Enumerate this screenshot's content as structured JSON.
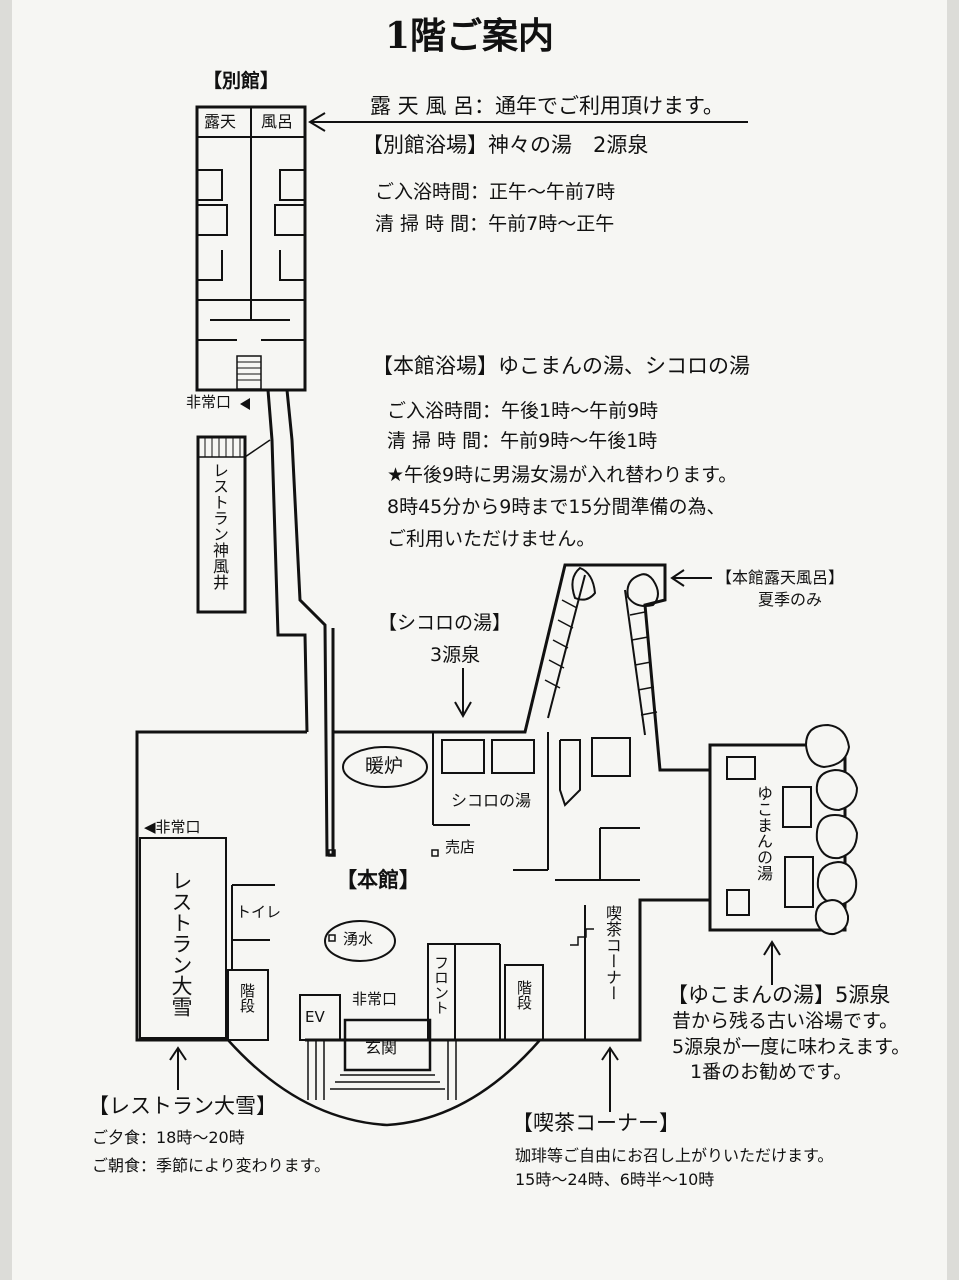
{
  "title": "1階ご案内",
  "annex": {
    "heading": "【別館】",
    "rotenburo_left": "露天",
    "rotenburo_right": "風呂",
    "rotenburo_note": "露 天 風 呂：通年でご利用頂けます。",
    "bath_heading": "【別館浴場】神々の湯　2源泉",
    "bath_hours": "ご入浴時間：正午～午前7時",
    "clean_hours": "清 掃 時 間：午前7時～正午",
    "emergency_exit": "非常口",
    "restaurant": "レストラン神風井"
  },
  "main_bath": {
    "heading": "【本館浴場】ゆこまんの湯、シコロの湯",
    "bath_hours": "ご入浴時間：午後1時～午前9時",
    "clean_hours": "清 掃 時 間：午前9時～午後1時",
    "note1": "★午後9時に男湯女湯が入れ替わります。",
    "note2": "8時45分から9時まで15分間準備の為、",
    "note3": "ご利用いただけません。"
  },
  "main_outdoor": {
    "heading": "【本館露天風呂】",
    "season": "夏季のみ"
  },
  "shikoro": {
    "heading": "【シコロの湯】",
    "sources": "3源泉",
    "room_label": "シコロの湯"
  },
  "main_building": {
    "heading": "【本館】",
    "fireplace": "暖炉",
    "shop": "売店",
    "toilet": "トイレ",
    "spring_water": "湧水",
    "emergency_exit_left": "◀非常口",
    "emergency_exit_bottom": "非常口",
    "restaurant": "レストラン大雪",
    "stairs_left": "階段",
    "ev": "EV",
    "front": "フロント",
    "stairs_right": "階段",
    "entrance": "玄関",
    "cafe": "喫茶コーナー"
  },
  "yukoman": {
    "room_label": "ゆこまんの湯",
    "heading": "【ゆこまんの湯】5源泉",
    "desc1": "昔から残る古い浴場です。",
    "desc2": "5源泉が一度に味わえます。",
    "desc3": "1番のお勧めです。"
  },
  "restaurant_taisetsu": {
    "heading": "【レストラン大雪】",
    "dinner": "ご夕食：18時～20時",
    "breakfast": "ご朝食：季節により変わります。"
  },
  "cafe_corner": {
    "heading": "【喫茶コーナー】",
    "desc": "珈琲等ご自由にお召し上がりいただけます。",
    "hours": "15時～24時、6時半～10時"
  }
}
